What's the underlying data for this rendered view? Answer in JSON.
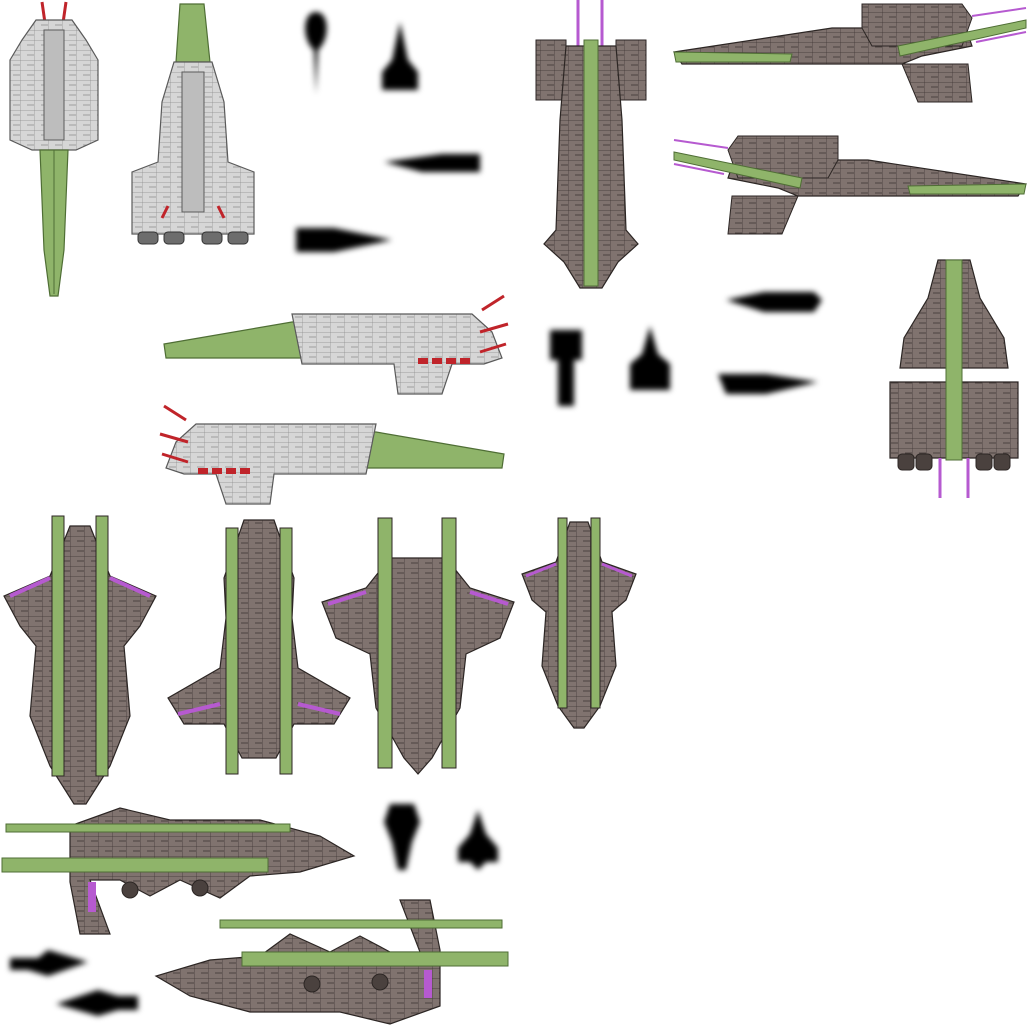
{
  "sheet": {
    "background": "#ffffff",
    "palette": {
      "white_hull": "#d9d9d9",
      "white_hull_shade": "#9a9a9a",
      "white_hull_line": "#5a5a5a",
      "dark_hull": "#7d706c",
      "dark_hull_shade": "#4a413e",
      "dark_hull_line": "#2c2624",
      "green_stripe": "#8fb46a",
      "green_dark": "#4f6e35",
      "magenta": "#b65ad0",
      "red": "#c0242a",
      "shadow": "#000000"
    }
  },
  "sprites": [
    {
      "name": "white-ship-top-forward",
      "variant": "white",
      "icon": "white-cruiser-top-icon"
    },
    {
      "name": "white-ship-top-rear",
      "variant": "white",
      "icon": "white-cruiser-rear-icon"
    },
    {
      "name": "white-ship-side-right",
      "variant": "white",
      "icon": "white-cruiser-side-icon"
    },
    {
      "name": "white-ship-side-left",
      "variant": "white",
      "icon": "white-cruiser-side-icon"
    },
    {
      "name": "dark-ship-top-forward",
      "variant": "dark",
      "icon": "dark-cruiser-top-icon"
    },
    {
      "name": "dark-ship-side-right",
      "variant": "dark",
      "icon": "dark-cruiser-side-icon"
    },
    {
      "name": "dark-ship-side-left",
      "variant": "dark",
      "icon": "dark-cruiser-side-icon"
    },
    {
      "name": "dark-ship-top-rear",
      "variant": "dark",
      "icon": "dark-cruiser-rear-icon"
    },
    {
      "name": "dark-carrier-top-1",
      "variant": "dark",
      "icon": "dark-carrier-top-icon"
    },
    {
      "name": "dark-carrier-top-2",
      "variant": "dark",
      "icon": "dark-carrier-top-icon"
    },
    {
      "name": "dark-carrier-top-3",
      "variant": "dark",
      "icon": "dark-carrier-top-icon"
    },
    {
      "name": "dark-carrier-top-4",
      "variant": "dark",
      "icon": "dark-carrier-top-icon"
    },
    {
      "name": "dark-carrier-side-right",
      "variant": "dark",
      "icon": "dark-carrier-side-icon"
    },
    {
      "name": "dark-carrier-side-left",
      "variant": "dark",
      "icon": "dark-carrier-side-icon"
    }
  ],
  "shadows": [
    {
      "name": "shadow-white-top-a",
      "icon": "shadow-silhouette-icon"
    },
    {
      "name": "shadow-white-top-b",
      "icon": "shadow-silhouette-icon"
    },
    {
      "name": "shadow-white-side-a",
      "icon": "shadow-silhouette-icon"
    },
    {
      "name": "shadow-white-side-b",
      "icon": "shadow-silhouette-icon"
    },
    {
      "name": "shadow-dark-side-a",
      "icon": "shadow-silhouette-icon"
    },
    {
      "name": "shadow-dark-side-b",
      "icon": "shadow-silhouette-icon"
    },
    {
      "name": "shadow-dark-top-a",
      "icon": "shadow-silhouette-icon"
    },
    {
      "name": "shadow-dark-top-b",
      "icon": "shadow-silhouette-icon"
    },
    {
      "name": "shadow-carrier-top-a",
      "icon": "shadow-silhouette-icon"
    },
    {
      "name": "shadow-carrier-top-b",
      "icon": "shadow-silhouette-icon"
    },
    {
      "name": "shadow-carrier-side-a",
      "icon": "shadow-silhouette-icon"
    },
    {
      "name": "shadow-carrier-side-b",
      "icon": "shadow-silhouette-icon"
    }
  ]
}
